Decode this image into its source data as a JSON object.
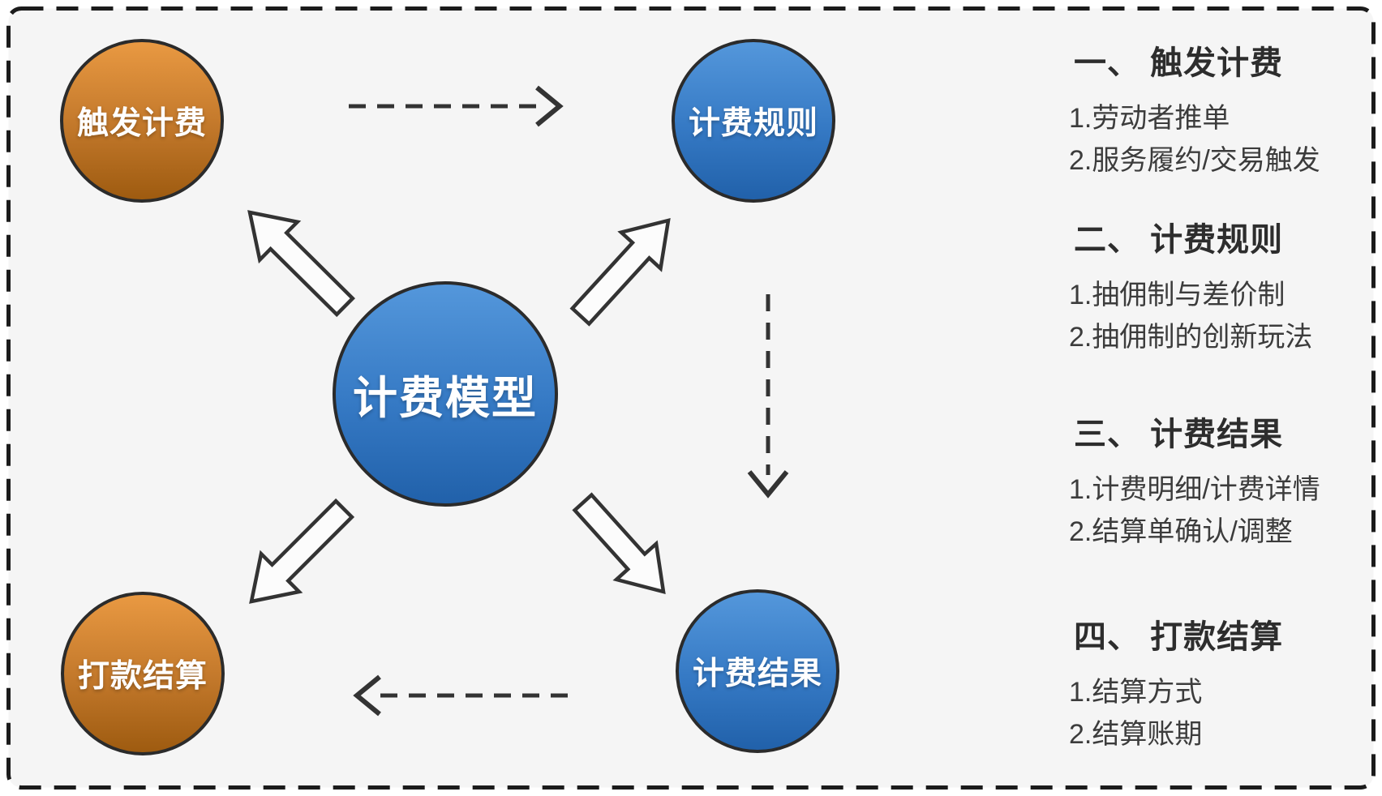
{
  "frame": {
    "background": "#F5F5F5",
    "border_color": "#1B1B1B"
  },
  "diagram": {
    "center": {
      "label": "计费模型"
    },
    "nodes": [
      {
        "id": "trigger-billing",
        "label": "触发计费",
        "palette": "orange"
      },
      {
        "id": "billing-rules",
        "label": "计费规则",
        "palette": "blue"
      },
      {
        "id": "billing-result",
        "label": "计费结果",
        "palette": "blue"
      },
      {
        "id": "payment-settlement",
        "label": "打款结算",
        "palette": "orange"
      }
    ],
    "flows": [
      "触发计费 → 计费规则",
      "计费规则 → 计费结果",
      "计费结果 → 打款结算"
    ],
    "colors": {
      "orange_top": "#E99942",
      "orange_bottom": "#9E5B10",
      "blue_top": "#5497DB",
      "blue_bottom": "#2161AA",
      "node_outline": "#2B2B2B",
      "block_arrow_fill": "#FCFCFC",
      "arrow_stroke": "#333333"
    }
  },
  "right_column": {
    "sections": [
      {
        "heading": "一、 触发计费",
        "items": [
          "1.劳动者推单",
          "2.服务履约/交易触发"
        ]
      },
      {
        "heading": "二、 计费规则",
        "items": [
          "1.抽佣制与差价制",
          "2.抽佣制的创新玩法"
        ]
      },
      {
        "heading": "三、 计费结果",
        "items": [
          "1.计费明细/计费详情",
          "2.结算单确认/调整"
        ]
      },
      {
        "heading": "四、 打款结算",
        "items": [
          "1.结算方式",
          "2.结算账期"
        ]
      }
    ]
  }
}
